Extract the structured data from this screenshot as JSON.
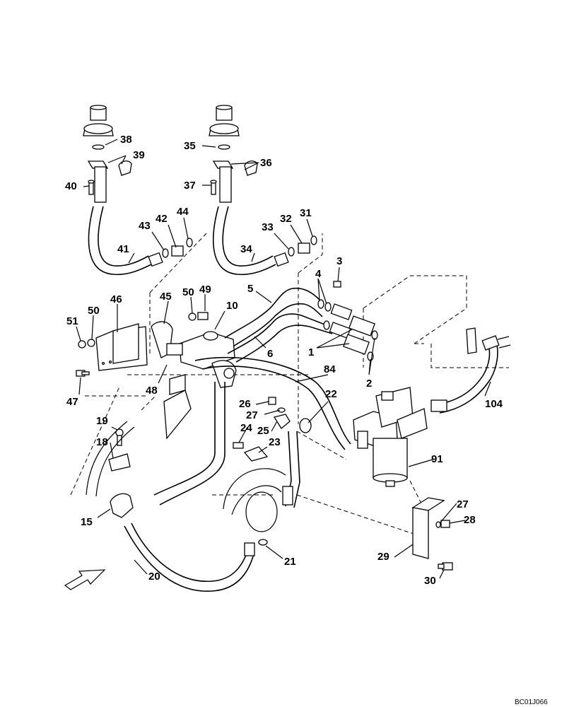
{
  "drawing_ref": "BC01J066",
  "callouts": [
    {
      "id": "c38",
      "text": "38"
    },
    {
      "id": "c39",
      "text": "39"
    },
    {
      "id": "c40",
      "text": "40"
    },
    {
      "id": "c35",
      "text": "35"
    },
    {
      "id": "c36",
      "text": "36"
    },
    {
      "id": "c37",
      "text": "37"
    },
    {
      "id": "c43",
      "text": "43"
    },
    {
      "id": "c42",
      "text": "42"
    },
    {
      "id": "c44",
      "text": "44"
    },
    {
      "id": "c41",
      "text": "41"
    },
    {
      "id": "c33",
      "text": "33"
    },
    {
      "id": "c32",
      "text": "32"
    },
    {
      "id": "c31",
      "text": "31"
    },
    {
      "id": "c34",
      "text": "34"
    },
    {
      "id": "c3",
      "text": "3"
    },
    {
      "id": "c4",
      "text": "4"
    },
    {
      "id": "c5",
      "text": "5"
    },
    {
      "id": "c45",
      "text": "45"
    },
    {
      "id": "c50a",
      "text": "50"
    },
    {
      "id": "c49",
      "text": "49"
    },
    {
      "id": "c10",
      "text": "10"
    },
    {
      "id": "c46",
      "text": "46"
    },
    {
      "id": "c50b",
      "text": "50"
    },
    {
      "id": "c51",
      "text": "51"
    },
    {
      "id": "c6",
      "text": "6"
    },
    {
      "id": "c1",
      "text": "1"
    },
    {
      "id": "c2",
      "text": "2"
    },
    {
      "id": "c84",
      "text": "84"
    },
    {
      "id": "c47",
      "text": "47"
    },
    {
      "id": "c48",
      "text": "48"
    },
    {
      "id": "c22",
      "text": "22"
    },
    {
      "id": "c104",
      "text": "104"
    },
    {
      "id": "c26",
      "text": "26"
    },
    {
      "id": "c27a",
      "text": "27"
    },
    {
      "id": "c24",
      "text": "24"
    },
    {
      "id": "c25",
      "text": "25"
    },
    {
      "id": "c19",
      "text": "19"
    },
    {
      "id": "c23",
      "text": "23"
    },
    {
      "id": "c18",
      "text": "18"
    },
    {
      "id": "c91",
      "text": "91"
    },
    {
      "id": "c15",
      "text": "15"
    },
    {
      "id": "c27b",
      "text": "27"
    },
    {
      "id": "c28",
      "text": "28"
    },
    {
      "id": "c21",
      "text": "21"
    },
    {
      "id": "c29",
      "text": "29"
    },
    {
      "id": "c20",
      "text": "20"
    },
    {
      "id": "c30",
      "text": "30"
    }
  ]
}
